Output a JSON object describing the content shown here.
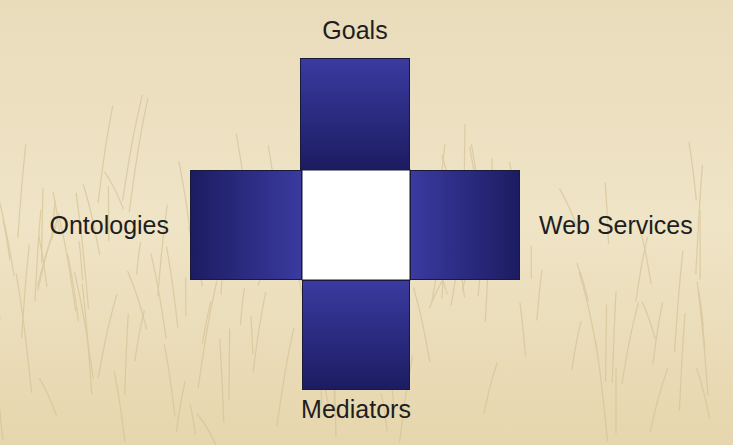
{
  "diagram": {
    "nodes": [
      {
        "text": [
          "Goals"
        ]
      },
      {
        "text": [
          "Ontologies"
        ]
      },
      {
        "text": [
          "Web Services"
        ]
      },
      {
        "text": [
          "Mediators"
        ]
      }
    ]
  }
}
